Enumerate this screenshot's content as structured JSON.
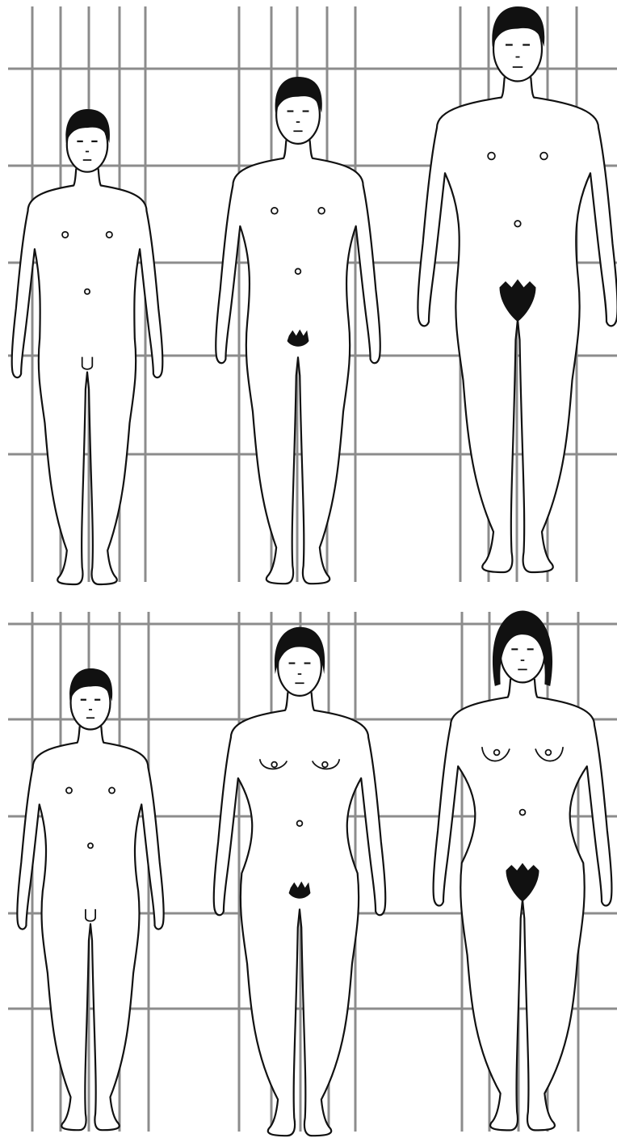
{
  "figure": {
    "rows": [
      {
        "id": "row-top",
        "figures": [
          {
            "id": "figure-top-1",
            "hair": "short",
            "pubic_hair": "none",
            "breasts": "flat"
          },
          {
            "id": "figure-top-2",
            "hair": "short",
            "pubic_hair": "sparse",
            "breasts": "flat"
          },
          {
            "id": "figure-top-3",
            "hair": "short",
            "pubic_hair": "full",
            "breasts": "flat"
          }
        ]
      },
      {
        "id": "row-bottom",
        "figures": [
          {
            "id": "figure-bottom-1",
            "hair": "short",
            "pubic_hair": "none",
            "breasts": "flat"
          },
          {
            "id": "figure-bottom-2",
            "hair": "bob",
            "pubic_hair": "sparse",
            "breasts": "budding"
          },
          {
            "id": "figure-bottom-3",
            "hair": "shoulder-length",
            "pubic_hair": "full",
            "breasts": "developed"
          }
        ]
      }
    ],
    "colors": {
      "grid": "#8c8c8c",
      "outline": "#111111",
      "hair": "#111111",
      "background": "#ffffff"
    }
  }
}
